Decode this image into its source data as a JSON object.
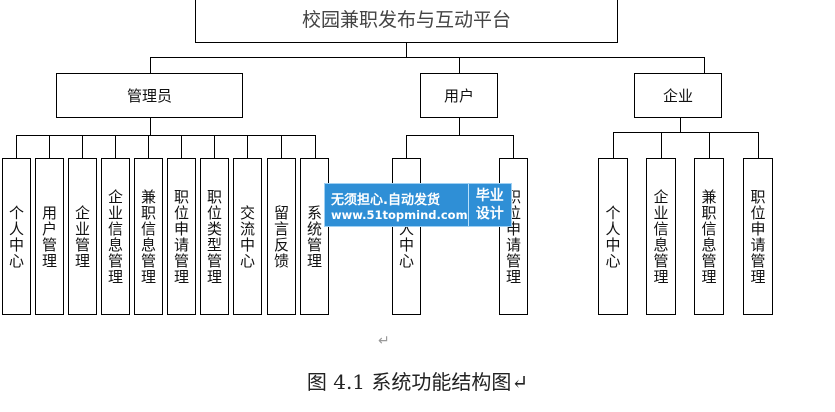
{
  "title": "校园兼职发布与互动平台",
  "roles": {
    "admin": "管理员",
    "user": "用户",
    "company": "企业"
  },
  "admin_items": [
    "个人中心",
    "用户管理",
    "企业管理",
    "企业信息管理",
    "兼职信息管理",
    "职位申请管理",
    "职位类型管理",
    "交流中心",
    "留言反馈",
    "系统管理"
  ],
  "user_items": [
    "个人中心",
    "职位申请管理"
  ],
  "company_items": [
    "个人中心",
    "企业信息管理",
    "兼职信息管理",
    "职位申请管理"
  ],
  "watermark": {
    "line1": "无须担心.自动发货",
    "line2": "www.51topmind.com",
    "tag1": "毕业",
    "tag2": "设计"
  },
  "paragraph_mark": "↵",
  "caption": "图 4.1 系统功能结构图↵"
}
